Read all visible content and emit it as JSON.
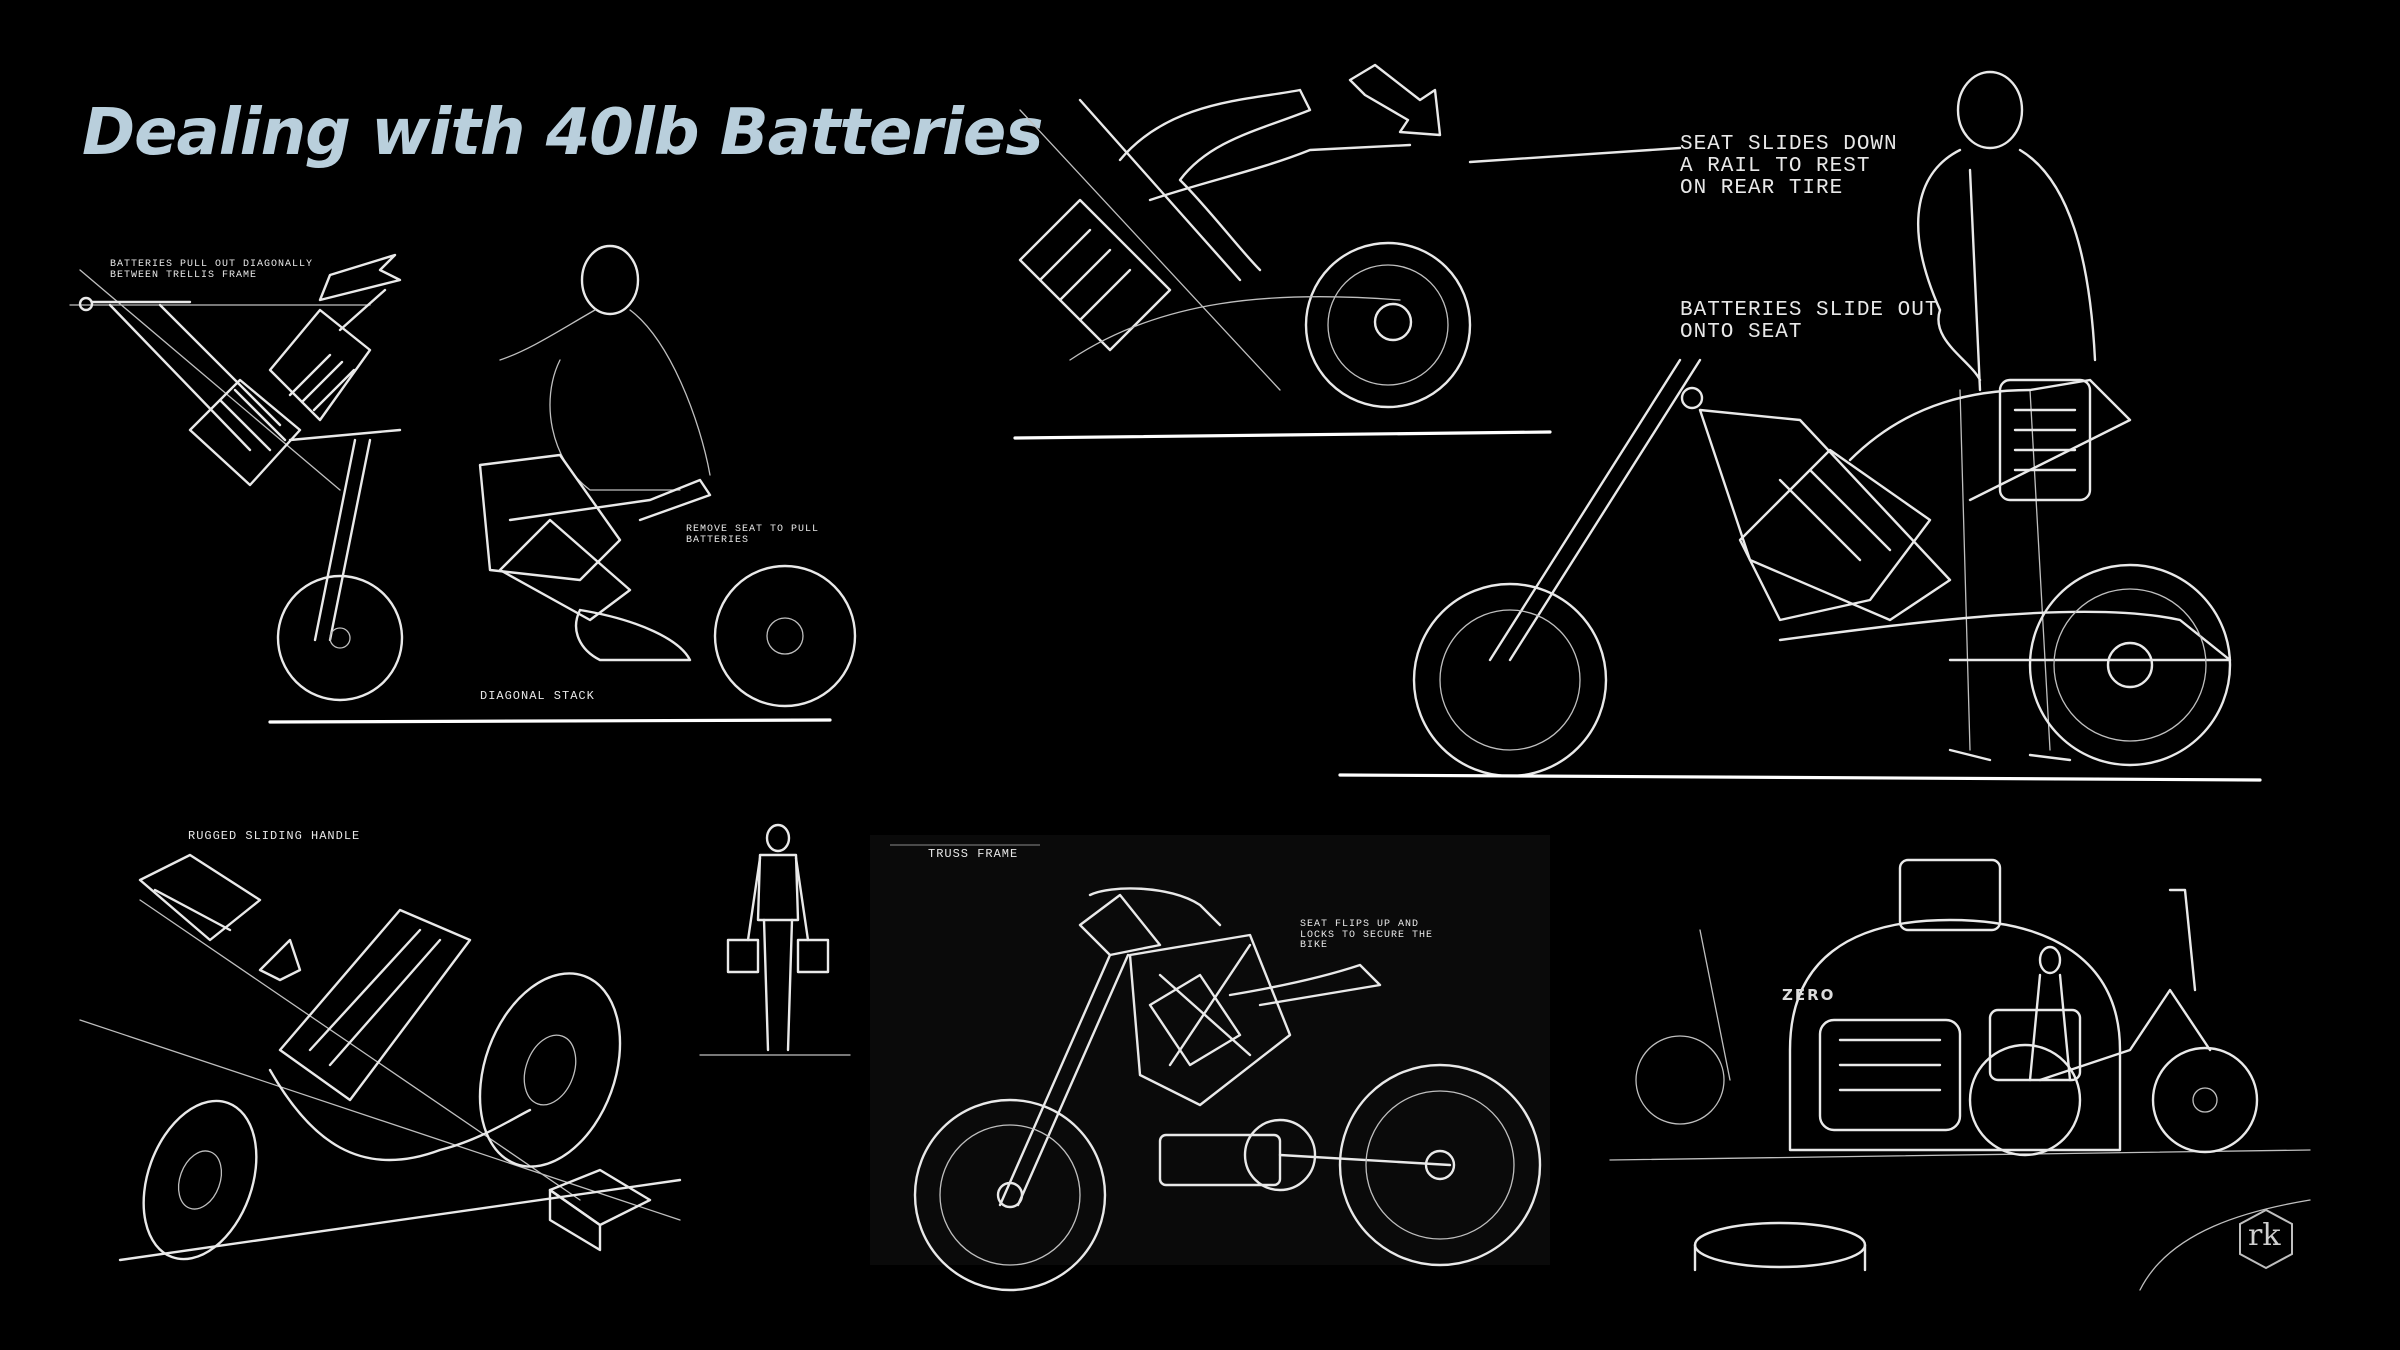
{
  "title": "Dealing with 40lb Batteries",
  "colors": {
    "background": "#000000",
    "title": "#b9cfdc",
    "sketch_line": "#e9e9e9"
  },
  "annotations": {
    "batteries_diagonal": "Batteries pull out diagonally\nbetween trellis frame",
    "remove_seat": "Remove seat to pull\nbatteries",
    "diagonal_stack": "Diagonal stack",
    "seat_slides": "Seat slides down\na rail to rest\non rear tire",
    "batteries_slide_out": "Batteries slide out\nonto seat",
    "rugged_handle": "Rugged sliding handle",
    "truss_frame": "Truss frame",
    "seat_flips": "Seat flips up and\nlocks to secure the\nbike",
    "zero_label": "ZERO"
  },
  "logo": {
    "initials": "rk"
  },
  "icons": [
    "pull-arrow-icon",
    "slide-arrow-icon",
    "rk-monogram-logo"
  ]
}
